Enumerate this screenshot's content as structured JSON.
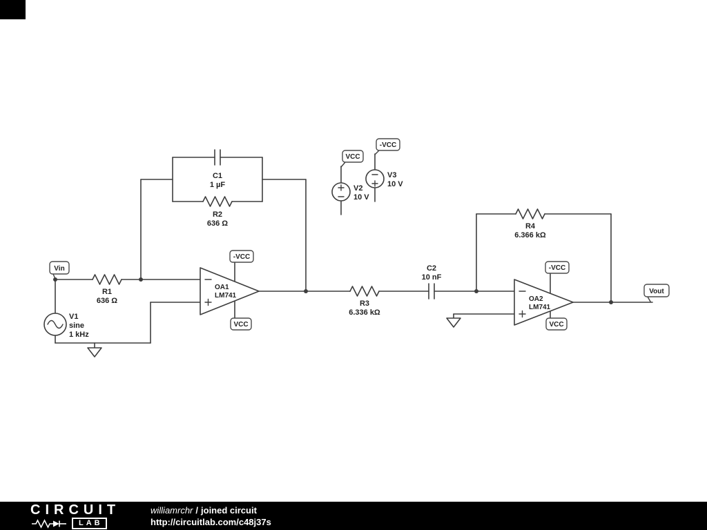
{
  "net_labels": {
    "vin": "Vin",
    "vout": "Vout",
    "vcc": "VCC",
    "neg_vcc": "-VCC"
  },
  "components": {
    "v1": {
      "name": "V1",
      "type": "sine",
      "value": "1 kHz"
    },
    "r1": {
      "name": "R1",
      "value": "636 Ω"
    },
    "r2": {
      "name": "R2",
      "value": "636 Ω"
    },
    "c1": {
      "name": "C1",
      "value": "1 µF"
    },
    "oa1": {
      "name": "OA1",
      "model": "LM741"
    },
    "v2": {
      "name": "V2",
      "value": "10 V"
    },
    "v3": {
      "name": "V3",
      "value": "10 V"
    },
    "r3": {
      "name": "R3",
      "value": "6.336 kΩ"
    },
    "c2": {
      "name": "C2",
      "value": "10 nF"
    },
    "r4": {
      "name": "R4",
      "value": "6.366 kΩ"
    },
    "oa2": {
      "name": "OA2",
      "model": "LM741"
    }
  },
  "footer": {
    "logo_word": "CIRCUIT",
    "logo_lab": "LAB",
    "author": "williamrchr",
    "separator": "/",
    "title": "joined circuit",
    "url": "http://circuitlab.com/c48j37s"
  },
  "colors": {
    "wire": "#3d3d3d",
    "footer_bg": "#000000"
  }
}
